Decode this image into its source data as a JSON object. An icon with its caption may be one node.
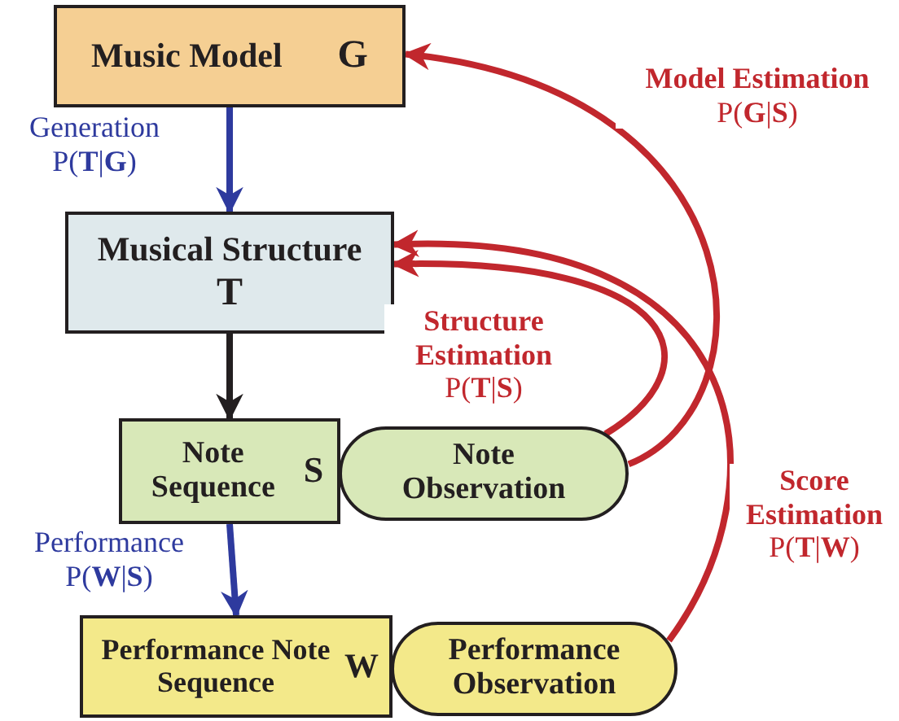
{
  "diagram": {
    "nodes": [
      {
        "text": [
          "Music Model",
          "G"
        ]
      },
      {
        "text": [
          "Musical Structure",
          "T"
        ]
      },
      {
        "text": [
          "Note Sequence",
          "S"
        ]
      },
      {
        "text": [
          "Note Observation"
        ]
      },
      {
        "text": [
          "Performance Note Sequence",
          "W"
        ]
      },
      {
        "text": [
          "Performance Observation"
        ]
      }
    ],
    "edges": [
      {
        "from": 0,
        "to": 1,
        "arrow": "to",
        "label": "Generation P(**T**|**G**)",
        "color": "#2e3a9e"
      },
      {
        "from": 1,
        "to": 2,
        "arrow": "to",
        "color": "#231f20"
      },
      {
        "from": 2,
        "to": 4,
        "arrow": "to",
        "label": "Performance P(**W**|**S**)",
        "color": "#2e3a9e"
      },
      {
        "from": 3,
        "to": 1,
        "arrow": "to",
        "label": "**Structure Estimation** P(**T**|**S**)"
      },
      {
        "from": 3,
        "to": 0,
        "arrow": "to",
        "label": "**Model Estimation** P(**G**|**S**)"
      },
      {
        "from": 5,
        "to": 1,
        "arrow": "to",
        "label": "**Score Estimation** P(**T**|**W**)"
      }
    ]
  }
}
